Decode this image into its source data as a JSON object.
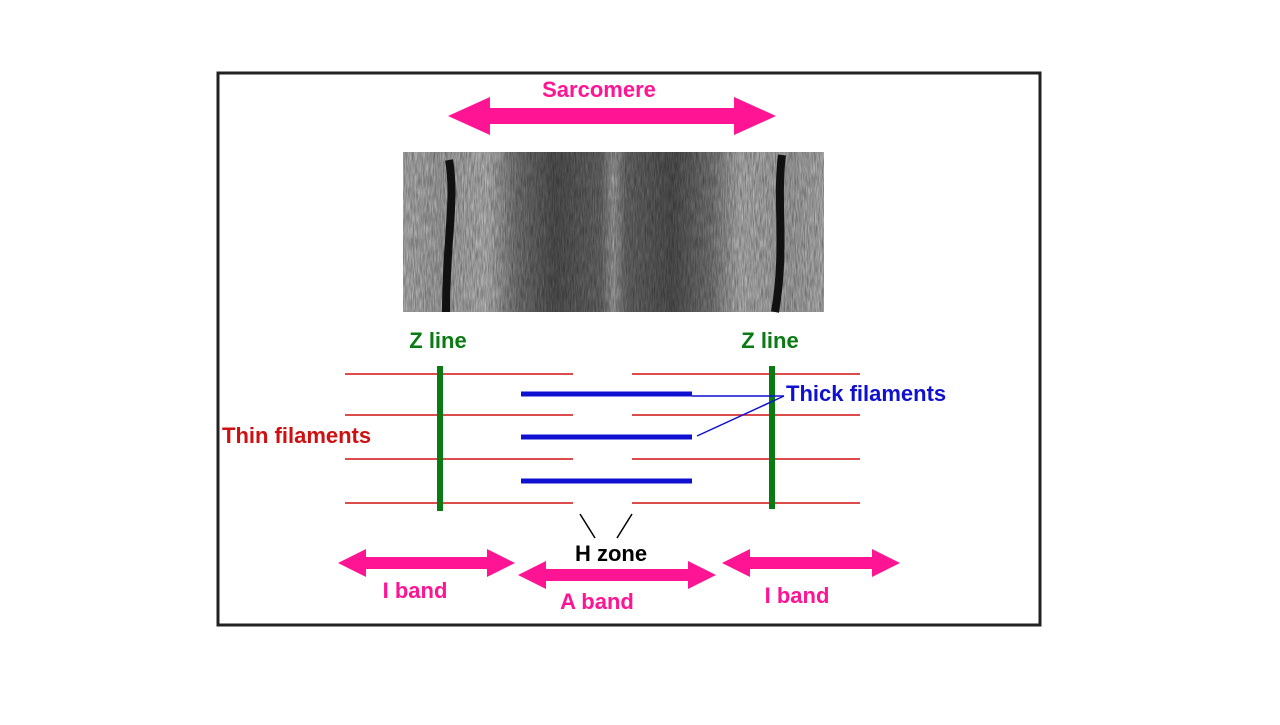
{
  "labels": {
    "sarcomere": "Sarcomere",
    "z_line_left": "Z line",
    "z_line_right": "Z line",
    "thick_filaments": "Thick filaments",
    "thin_filaments": "Thin filaments",
    "h_zone": "H zone",
    "i_band_left": "I band",
    "a_band": "A band",
    "i_band_right": "I band"
  },
  "colors": {
    "arrow_magenta": "#ff1493",
    "z_line_green": "#0a7a12",
    "thick_filament_blue": "#1010d0",
    "thin_filament_red": "#d01010",
    "text_black": "#000000",
    "frame": "#222222"
  }
}
